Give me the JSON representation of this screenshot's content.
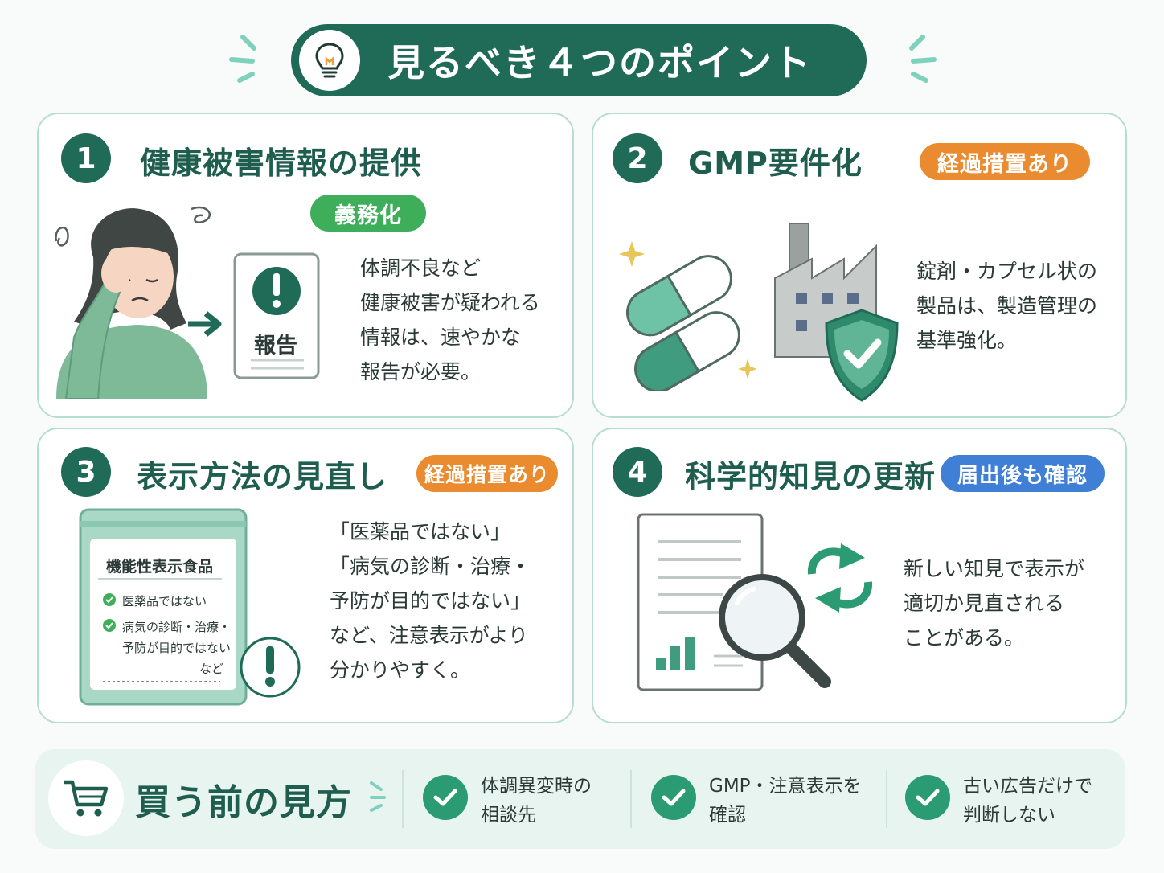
{
  "header": {
    "title": "見るべき４つのポイント"
  },
  "cards": [
    {
      "number": "1",
      "title": "健康被害情報の提供",
      "badge": "義務化",
      "report_label": "報告",
      "description": [
        "体調不良など",
        "健康被害が疑われる",
        "情報は、速やかな",
        "報告が必要。"
      ]
    },
    {
      "number": "2",
      "title": "GMP要件化",
      "badge": "経過措置あり",
      "description": [
        "錠剤・カプセル状の",
        "製品は、製造管理の",
        "基準強化。"
      ]
    },
    {
      "number": "3",
      "title": "表示方法の見直し",
      "badge": "経過措置あり",
      "package": {
        "title": "機能性表示食品",
        "items": [
          "医薬品ではない",
          "病気の診断・治療・",
          "予防が目的ではない",
          "など"
        ]
      },
      "description": [
        "「医薬品ではない」",
        "「病気の診断・治療・",
        "予防が目的ではない」",
        "など、注意表示がより",
        "分かりやすく。"
      ]
    },
    {
      "number": "4",
      "title": "科学的知見の更新",
      "badge": "届出後も確認",
      "description": [
        "新しい知見で表示が",
        "適切か見直される",
        "ことがある。"
      ]
    }
  ],
  "bottom": {
    "title": "買う前の見方",
    "items": [
      {
        "lines": [
          "体調異変時の",
          "相談先"
        ]
      },
      {
        "lines": [
          "GMP・注意表示を",
          "確認"
        ]
      },
      {
        "lines": [
          "古い広告だけで",
          "判断しない"
        ]
      }
    ]
  },
  "colors": {
    "primary": "#1f6b58",
    "orange": "#e98b2e",
    "green": "#3fae5a",
    "blue": "#3f7fd6",
    "check": "#2a9b72"
  },
  "icons": [
    "lightbulb-icon",
    "arrow-right-icon",
    "alert-icon",
    "sparkle-icon",
    "factory-icon",
    "shield-check-icon",
    "capsule-icon",
    "refresh-icon",
    "magnifier-icon",
    "cart-icon",
    "check-icon"
  ]
}
